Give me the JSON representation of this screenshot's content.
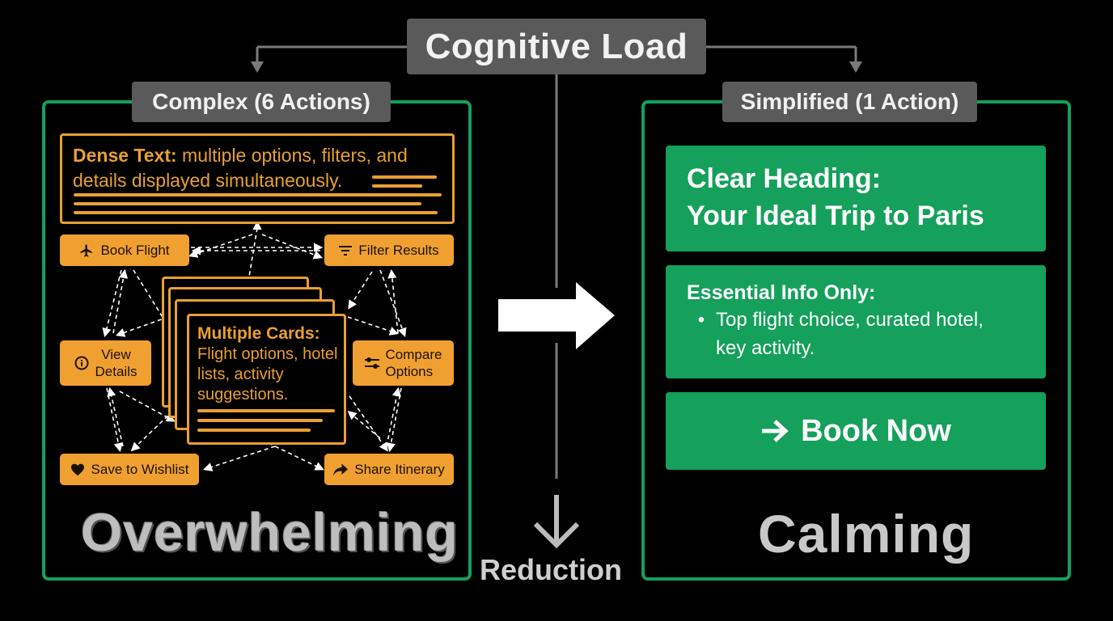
{
  "header": {
    "title": "Cognitive Load"
  },
  "left_panel": {
    "tab": "Complex (6 Actions)",
    "dense_text": {
      "label": "Dense Text:",
      "line1": " multiple options, filters, and",
      "line2": "details displayed simultaneously."
    },
    "buttons": {
      "book_flight": "Book Flight",
      "filter_results": "Filter Results",
      "view_details_1": "View",
      "view_details_2": "Details",
      "compare_options_1": "Compare",
      "compare_options_2": "Options",
      "save_wishlist": "Save to Wishlist",
      "share_itinerary": "Share Itinerary"
    },
    "cards": {
      "title": "Multiple Cards:",
      "line1": "Flight options, hotel",
      "line2": "lists, activity",
      "line3": "suggestions."
    },
    "word": "Overwhelming"
  },
  "center": {
    "reduction": "Reduction"
  },
  "right_panel": {
    "tab": "Simplified (1 Action)",
    "heading_line1": "Clear Heading:",
    "heading_line2": "Your Ideal Trip to Paris",
    "info_title": "Essential Info Only:",
    "info_line1": "Top flight choice, curated hotel,",
    "info_line2": "key activity.",
    "cta": "Book Now",
    "word": "Calming"
  },
  "colors": {
    "green": "#15a05c",
    "orange": "#f0a030",
    "gray": "#5a5a5a"
  }
}
